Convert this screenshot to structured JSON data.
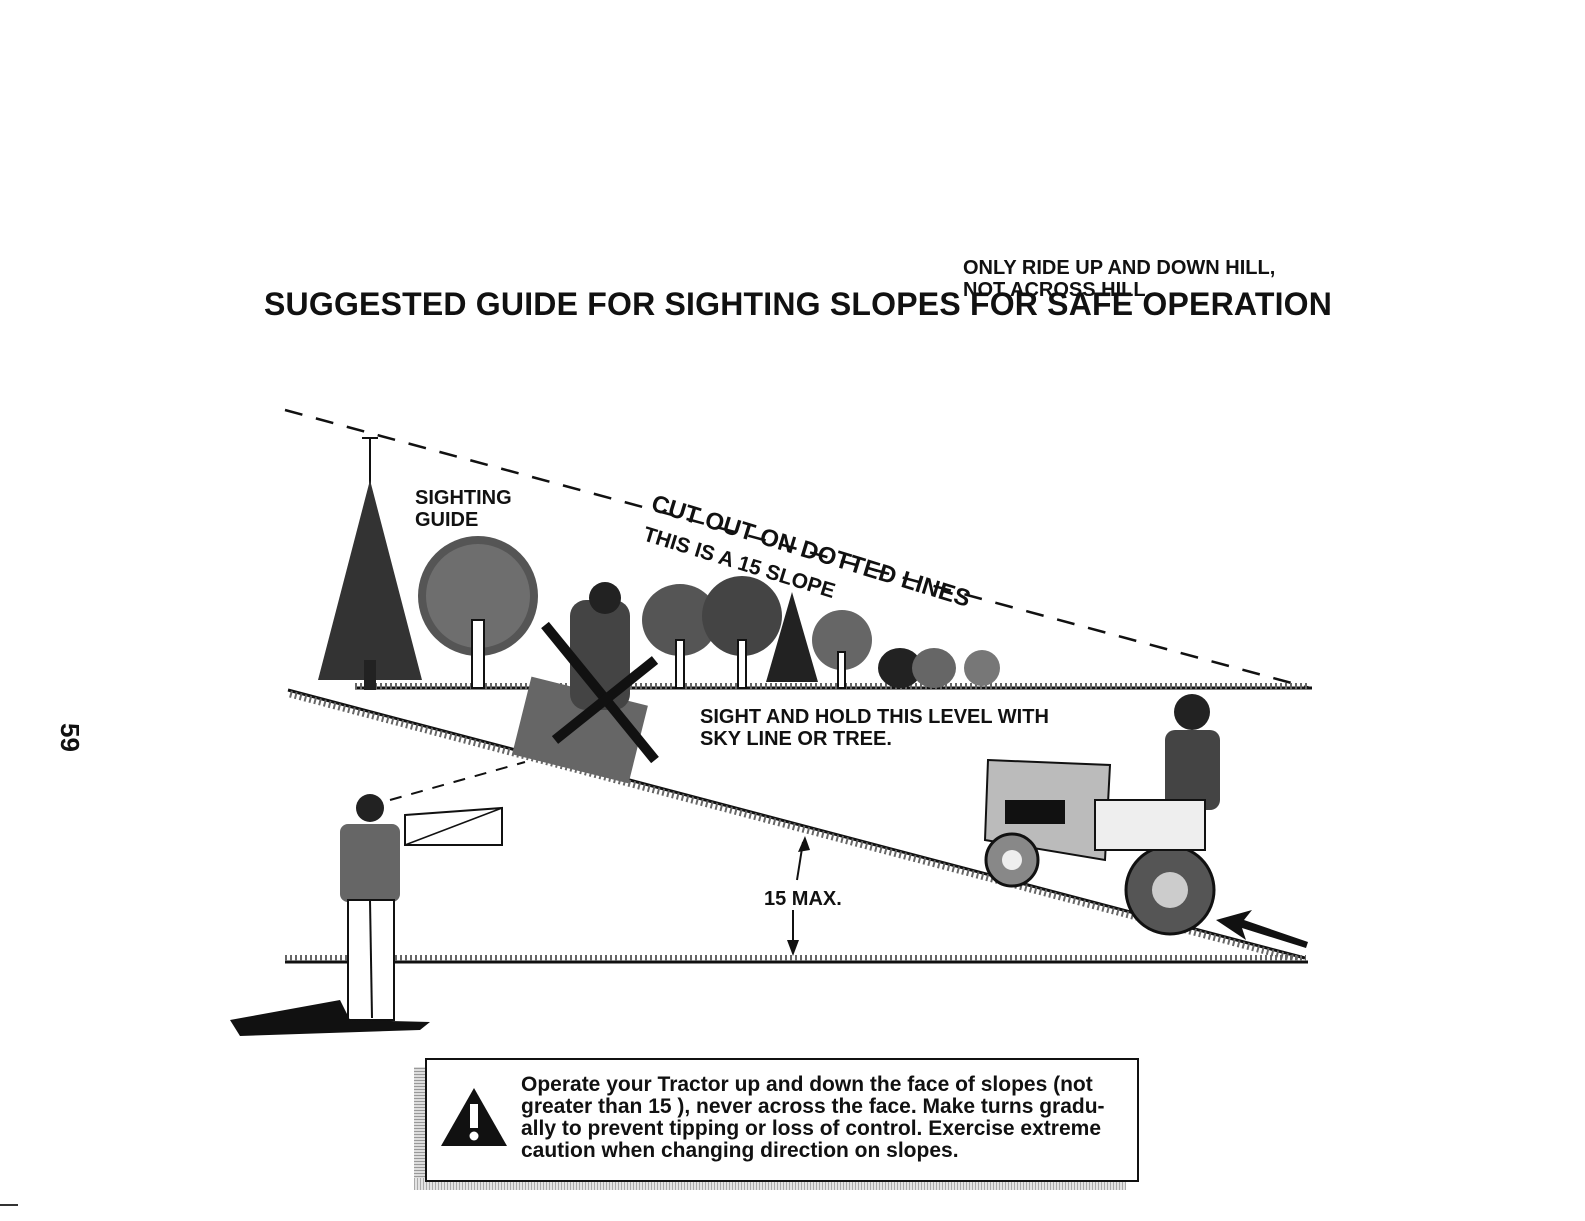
{
  "page": {
    "title": "SUGGESTED GUIDE FOR SIGHTING SLOPES FOR SAFE OPERATION",
    "page_number": "59"
  },
  "diagram": {
    "sighting_guide_label": "SIGHTING\nGUIDE",
    "cut_out_text": "CUT OUT ON DOTTED LINES",
    "slope_text": "THIS IS A 15 SLOPE",
    "ride_instruction": "ONLY RIDE UP AND DOWN HILL,\nNOT ACROSS HILL",
    "sight_instruction": "SIGHT AND HOLD THIS LEVEL WITH\nSKY LINE OR TREE.",
    "max_angle_label": "15 MAX."
  },
  "warning": {
    "icon": "warning-triangle-icon",
    "text": "Operate your Tractor up and down the face of slopes (not greater than 15 ), never across the face. Make turns gradu-ally to prevent tipping or loss of control. Exercise extreme caution when changing direction on slopes."
  }
}
